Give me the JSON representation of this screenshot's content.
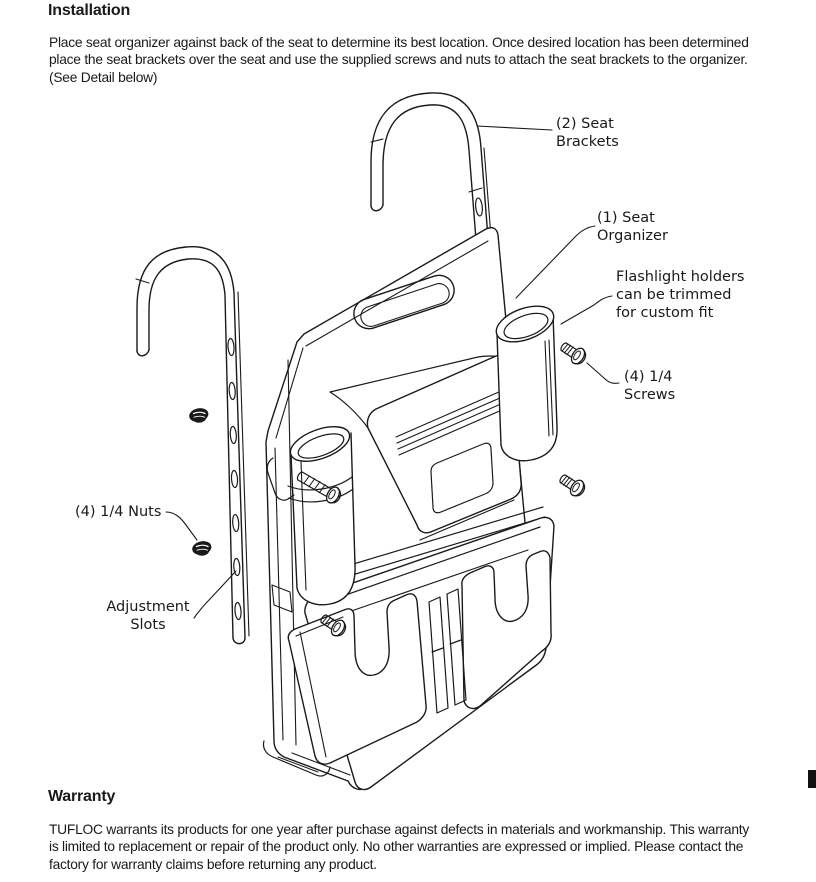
{
  "installation": {
    "heading": "Installation",
    "paragraph": "Place seat organizer against back of the seat to determine its best location. Once desired location has been determined place the seat brackets over the seat and use the supplied screws and nuts to attach the seat brackets to the organizer. (See Detail below)"
  },
  "diagram": {
    "labels": {
      "seat_brackets": "(2) Seat\nBrackets",
      "seat_organizer": "(1) Seat\nOrganizer",
      "flashlight_holders": "Flashlight holders\ncan be trimmed\nfor custom fit",
      "screws": "(4) 1/4\nScrews",
      "nuts": "(4) 1/4 Nuts",
      "adjustment_slots": "Adjustment\nSlots"
    },
    "line_color": "#1a1a1a"
  },
  "warranty": {
    "heading": "Warranty",
    "paragraph": "TUFLOC warrants its products for one year after purchase against defects in materials and workmanship. This warranty is limited to replacement or repair of the product only. No other warranties are expressed or implied. Please contact the factory for warranty claims before returning any product."
  },
  "colors": {
    "text": "#1a1a1a",
    "background": "#ffffff"
  }
}
